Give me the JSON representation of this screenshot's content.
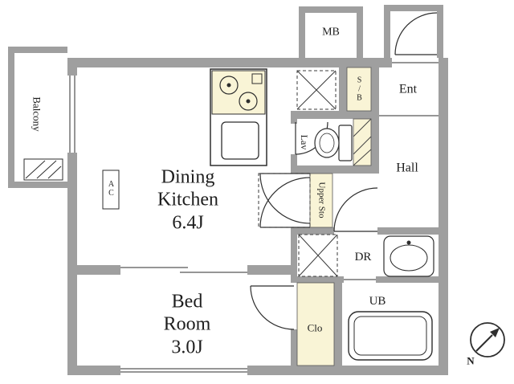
{
  "colors": {
    "wall": "#9f9f9f",
    "line": "#2e2e2e",
    "highlight": "#f9f4d6",
    "background": "#ffffff"
  },
  "rooms": {
    "balcony": "Balcony",
    "dining_kitchen": "Dining\nKitchen\n6.4J",
    "bed_room": "Bed\nRoom\n3.0J",
    "meter_box": "MB",
    "shoe_box": "S/B",
    "entrance": "Ent",
    "lavatory": "Lav",
    "hall": "Hall",
    "upper_storage": "Upper Sto",
    "dressing_room": "DR",
    "unit_bath": "UB",
    "closet": "Clo",
    "air_conditioner": "AC",
    "compass_north": "N"
  },
  "fixtures": {
    "stove": "two-burner-stove",
    "sink": "kitchen-sink",
    "toilet": "toilet",
    "washbasin": "washbasin",
    "bathtub": "bathtub",
    "refrigerator_space": "refrigerator-space",
    "washer_space": "washer-space",
    "storage_doors": "double-swing-doors",
    "compass": "north-compass"
  }
}
